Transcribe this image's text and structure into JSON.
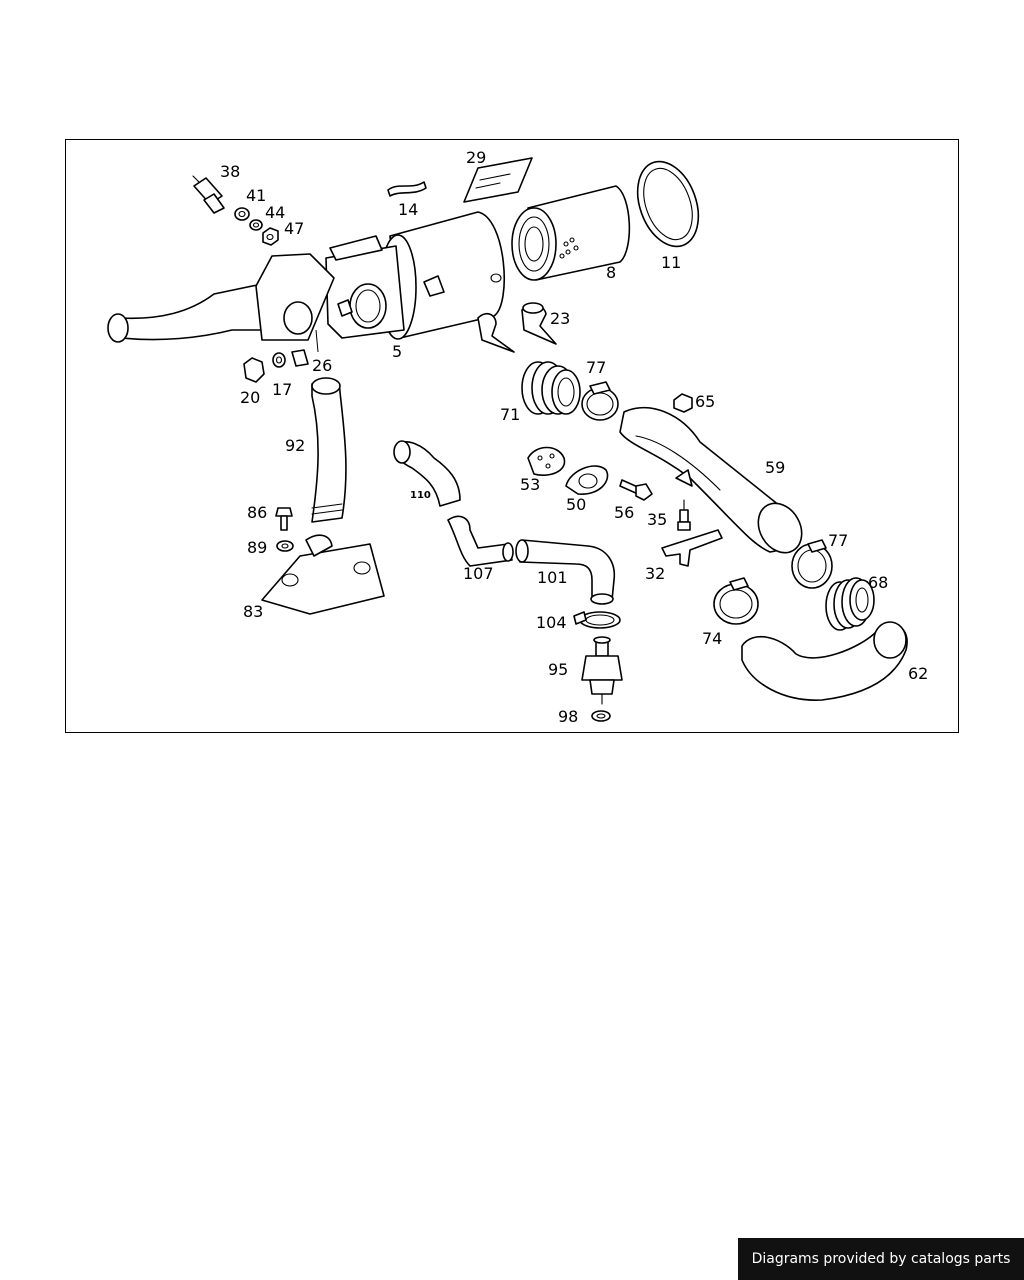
{
  "diagram": {
    "callouts": {
      "c38": "38",
      "c41": "41",
      "c44": "44",
      "c47": "47",
      "c29": "29",
      "c14": "14",
      "c8": "8",
      "c11": "11",
      "c5": "5",
      "c23": "23",
      "c20": "20",
      "c17": "17",
      "c26": "26",
      "c92": "92",
      "c77a": "77",
      "c71": "71",
      "c65": "65",
      "c110": "110",
      "c53": "53",
      "c50": "50",
      "c56": "56",
      "c59": "59",
      "c35": "35",
      "c86": "86",
      "c89": "89",
      "c83": "83",
      "c107": "107",
      "c101": "101",
      "c32": "32",
      "c77b": "77",
      "c68": "68",
      "c74": "74",
      "c104": "104",
      "c95": "95",
      "c62": "62",
      "c98": "98"
    }
  },
  "footer": {
    "credit": "Diagrams provided by catalogs parts"
  }
}
